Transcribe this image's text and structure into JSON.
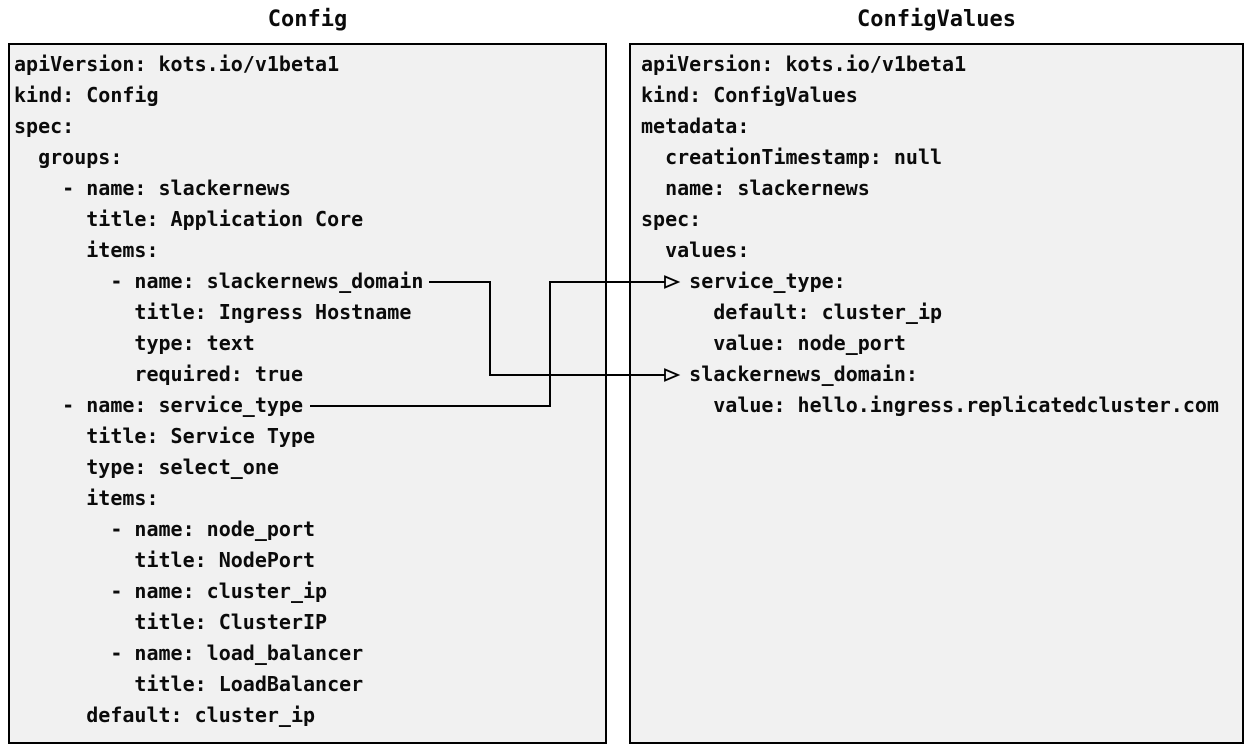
{
  "colors": {
    "page_background": "#ffffff",
    "panel_background": "#f1f1f1",
    "panel_border": "#000000",
    "text": "#0b0b0b",
    "connector": "#000000"
  },
  "panels": {
    "config": {
      "title": "Config",
      "code": [
        "apiVersion: kots.io/v1beta1",
        "kind: Config",
        "spec:",
        "  groups:",
        "    - name: slackernews",
        "      title: Application Core",
        "      items:",
        "        - name: slackernews_domain",
        "          title: Ingress Hostname",
        "          type: text",
        "          required: true",
        "    - name: service_type",
        "      title: Service Type",
        "      type: select_one",
        "      items:",
        "        - name: node_port",
        "          title: NodePort",
        "        - name: cluster_ip",
        "          title: ClusterIP",
        "        - name: load_balancer",
        "          title: LoadBalancer",
        "      default: cluster_ip"
      ]
    },
    "config_values": {
      "title": "ConfigValues",
      "code": [
        "apiVersion: kots.io/v1beta1",
        "kind: ConfigValues",
        "metadata:",
        "  creationTimestamp: null",
        "  name: slackernews",
        "spec:",
        "  values:",
        "    service_type:",
        "      default: cluster_ip",
        "      value: node_port",
        "    slackernews_domain:",
        "      value: hello.ingress.replicatedcluster.com"
      ]
    }
  },
  "connections": [
    {
      "from": "Config item: slackernews_domain",
      "to": "ConfigValues value: slackernews_domain"
    },
    {
      "from": "Config item: service_type",
      "to": "ConfigValues value: service_type"
    }
  ]
}
